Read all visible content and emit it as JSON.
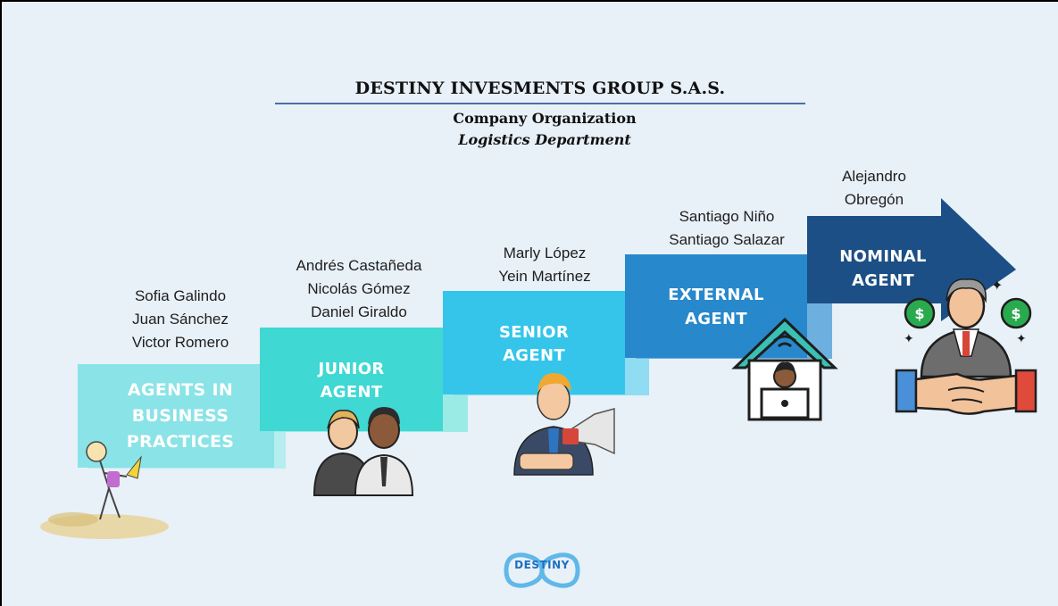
{
  "header": {
    "company": "DESTINY INVESMENTS GROUP S.A.S.",
    "subtitle": "Company Organization",
    "department": "Logistics Department"
  },
  "steps": [
    {
      "label_lines": [
        "AGENTS IN",
        "BUSINESS",
        "PRACTICES"
      ],
      "names": [
        "Sofia Galindo",
        "Juan Sánchez",
        "Victor Romero"
      ],
      "color": "#8ae3e6",
      "illustration": "stick-figure-icon"
    },
    {
      "label_lines": [
        "JUNIOR",
        "AGENT"
      ],
      "names": [
        "Andrés Castañeda",
        "Nicolás Gómez",
        "Daniel Giraldo"
      ],
      "color": "#3fd8d3",
      "illustration": "two-people-icon"
    },
    {
      "label_lines": [
        "SENIOR",
        "AGENT"
      ],
      "names": [
        "Marly López",
        "Yein Martínez"
      ],
      "color": "#35c5ea",
      "illustration": "megaphone-man-icon"
    },
    {
      "label_lines": [
        "EXTERNAL",
        "AGENT"
      ],
      "names": [
        "Santiago Niño",
        "Santiago Salazar"
      ],
      "color": "#2788cc",
      "illustration": "home-office-icon"
    },
    {
      "label_lines": [
        "NOMINAL",
        "AGENT"
      ],
      "names": [
        "Alejandro",
        "Obregón"
      ],
      "color": "#1c4f85",
      "illustration": "handshake-businessman-icon"
    }
  ],
  "logo": {
    "text": "DESTINY",
    "color": "#1f6fc1"
  }
}
